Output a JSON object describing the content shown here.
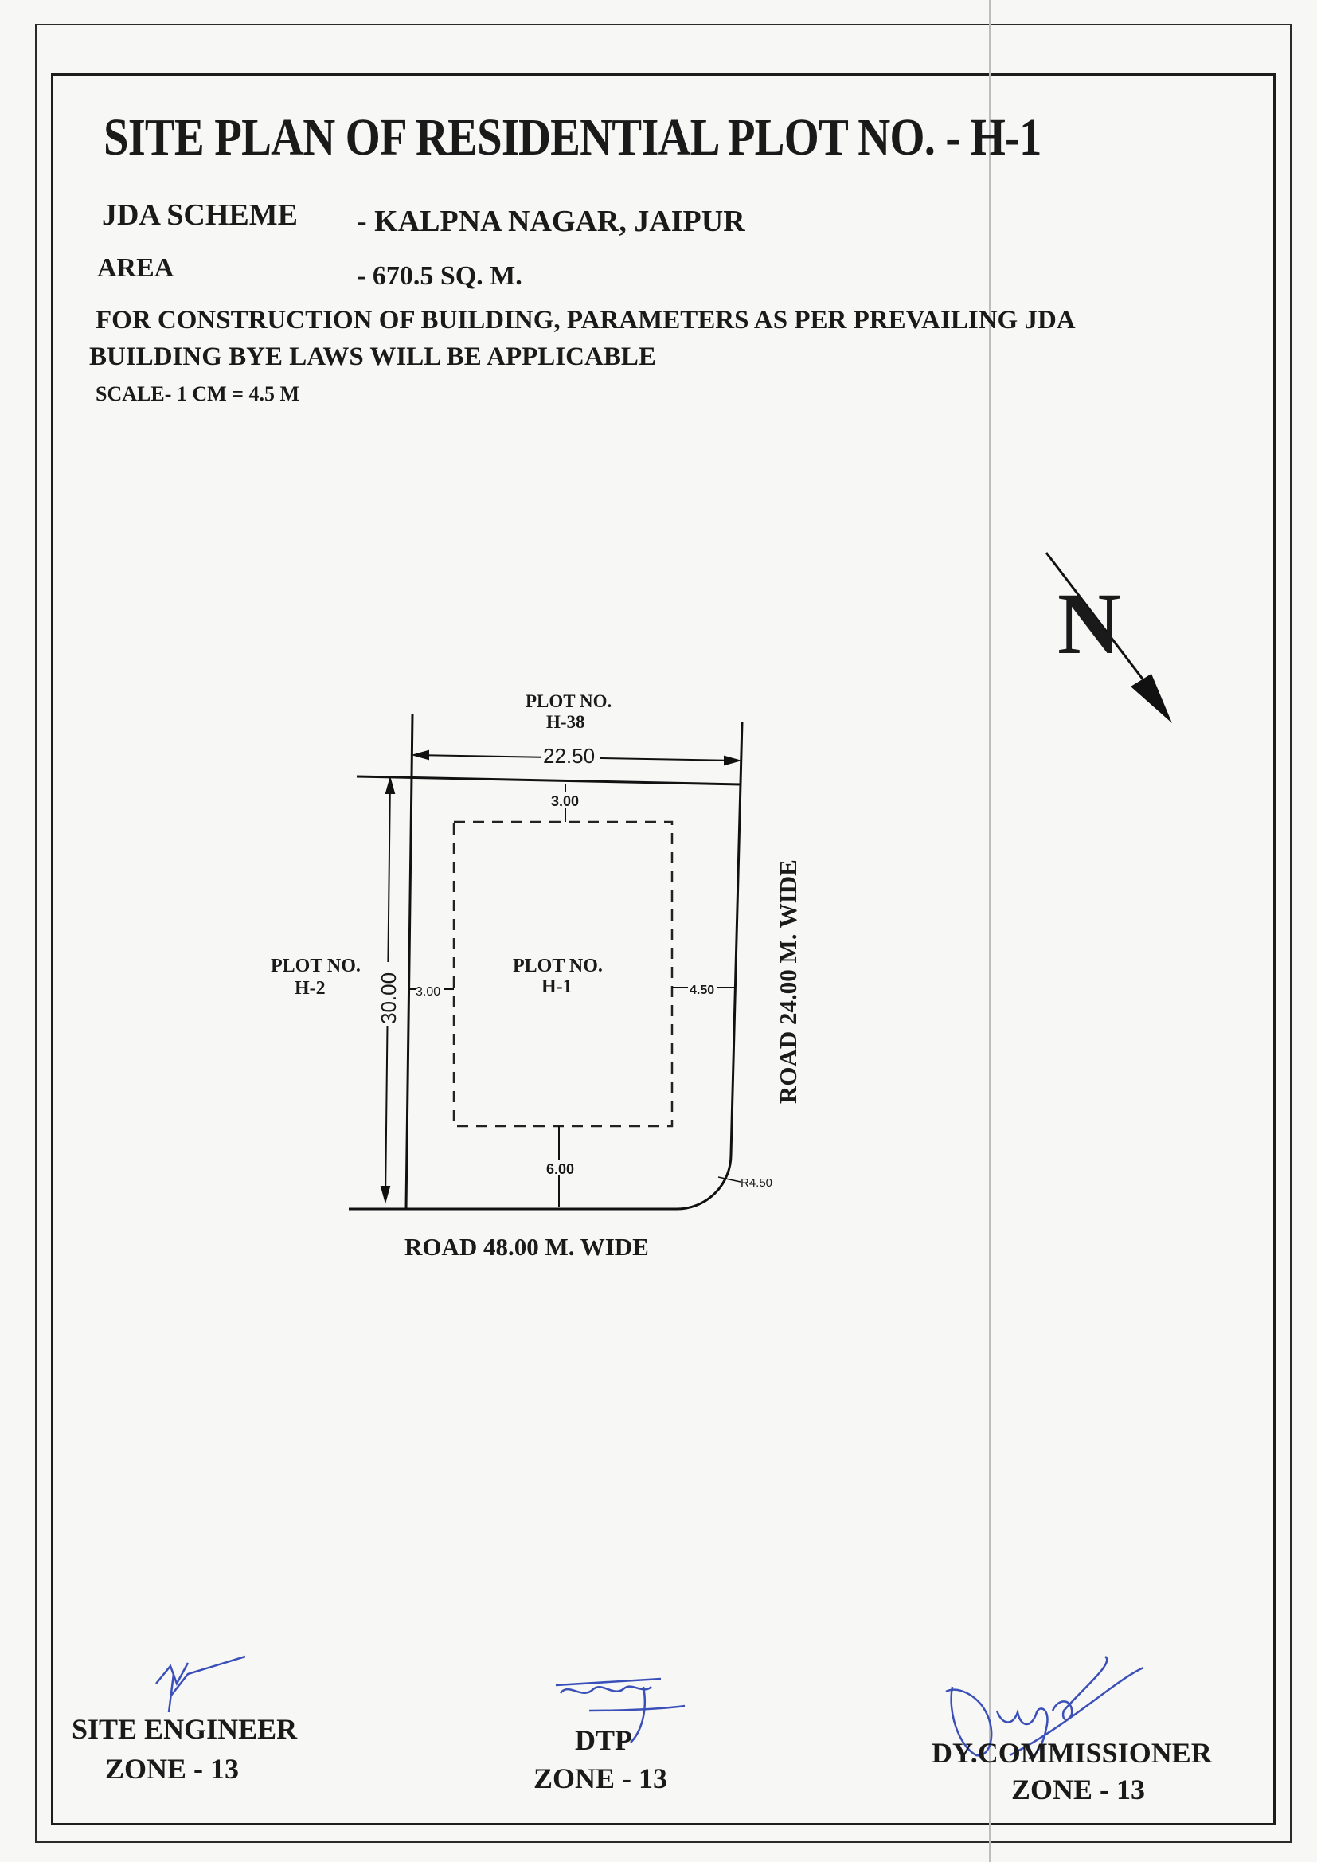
{
  "header": {
    "title": "SITE PLAN OF RESIDENTIAL PLOT NO. - H-1",
    "scheme_label": "JDA SCHEME",
    "scheme_value": "- KALPNA NAGAR, JAIPUR",
    "area_label": "AREA",
    "area_value": "- 670.5 SQ. M.",
    "note_line1": "FOR CONSTRUCTION OF BUILDING, PARAMETERS AS PER PREVAILING JDA",
    "note_line2": "BUILDING BYE LAWS WILL BE APPLICABLE",
    "scale": "SCALE- 1 CM = 4.5 M"
  },
  "north_arrow": {
    "label": "N",
    "icon": "north-arrow-icon"
  },
  "plan": {
    "top_neighbor_line1": "PLOT NO.",
    "top_neighbor_line2": "H-38",
    "left_neighbor_line1": "PLOT NO.",
    "left_neighbor_line2": "H-2",
    "plot_line1": "PLOT NO.",
    "plot_line2": "H-1",
    "width_dim": "22.50",
    "depth_dim": "30.00",
    "front_setback": "3.00",
    "left_setback": "3.00",
    "right_setback": "4.50",
    "rear_setback": "6.00",
    "corner_radius": "R4.50",
    "road_right": "ROAD 24.00 M. WIDE",
    "road_bottom": "ROAD 48.00 M. WIDE"
  },
  "signatures": {
    "site_engineer": {
      "title": "SITE ENGINEER",
      "zone": "ZONE - 13"
    },
    "dtp": {
      "title": "DTP",
      "zone": "ZONE - 13"
    },
    "dy_commissioner": {
      "title": "DY.COMMISSIONER",
      "zone": "ZONE - 13"
    }
  }
}
